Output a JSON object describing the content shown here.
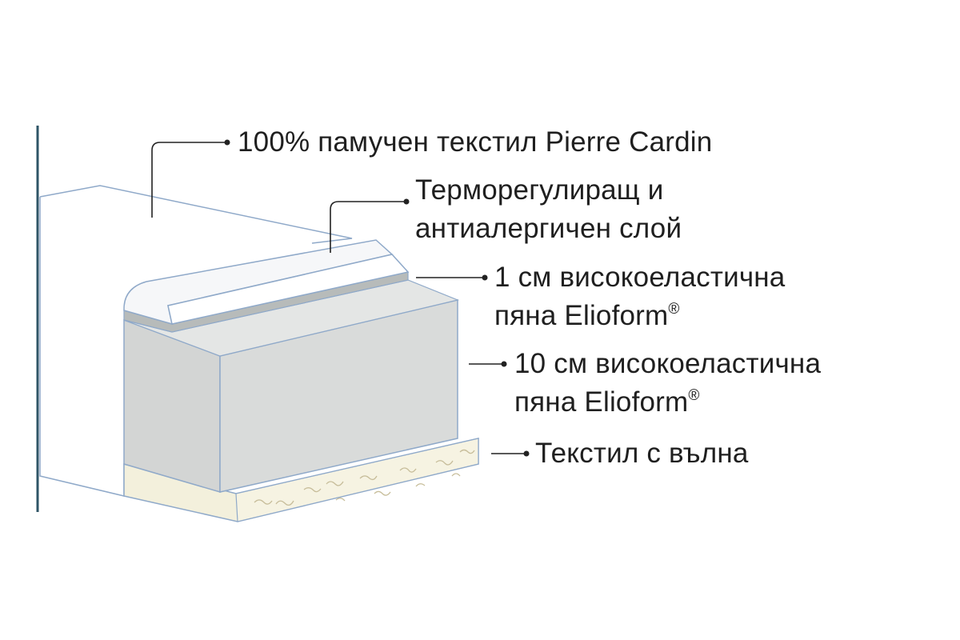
{
  "layers": [
    {
      "id": "cotton",
      "lines": [
        "100% памучен текстил Pierre Cardin"
      ]
    },
    {
      "id": "thermo",
      "lines": [
        "Терморегулиращ и",
        "антиалергичен слой"
      ]
    },
    {
      "id": "foam1",
      "lines": [
        "1 см високоеластична",
        "пяна Elioform"
      ],
      "mark": "®"
    },
    {
      "id": "foam10",
      "lines": [
        "10 см високоеластична",
        "пяна Elioform"
      ],
      "mark": "®"
    },
    {
      "id": "wool",
      "lines": [
        "Текстил с вълна"
      ]
    }
  ],
  "colors": {
    "outline": "#8fa9c9",
    "sidebar": "#2f5567",
    "foam": "#d9dbda",
    "foam_dark": "#c9cbca",
    "gray_band": "#b7bbba",
    "wool": "#f3f0dc",
    "leader": "#222222"
  }
}
